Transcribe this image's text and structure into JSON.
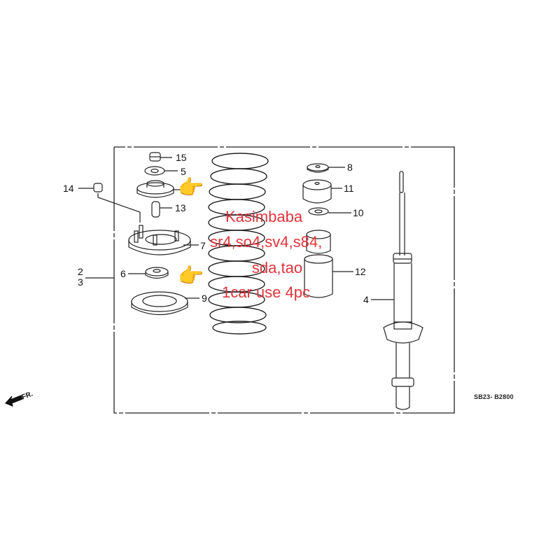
{
  "diagram": {
    "title": "Front shock absorber / coil spring parts diagram",
    "diagram_code": "SB23- B2800",
    "direction_label": "FR.",
    "callouts": [
      {
        "id": "15",
        "label": "15"
      },
      {
        "id": "5",
        "label": "5"
      },
      {
        "id": "14",
        "label": "14"
      },
      {
        "id": "13",
        "label": "13"
      },
      {
        "id": "7",
        "label": "7"
      },
      {
        "id": "6",
        "label": "6"
      },
      {
        "id": "9",
        "label": "9"
      },
      {
        "id": "2",
        "label": "2"
      },
      {
        "id": "3",
        "label": "3"
      },
      {
        "id": "8",
        "label": "8"
      },
      {
        "id": "11",
        "label": "11"
      },
      {
        "id": "10",
        "label": "10"
      },
      {
        "id": "12",
        "label": "12"
      },
      {
        "id": "4",
        "label": "4"
      }
    ]
  },
  "overlay": {
    "lines": [
      "Kasimbaba",
      "sr4,so4,sv4,s84,",
      "sda,tao",
      "1car use 4pc"
    ],
    "color": "#e0353d",
    "hand_icon": "👉"
  }
}
